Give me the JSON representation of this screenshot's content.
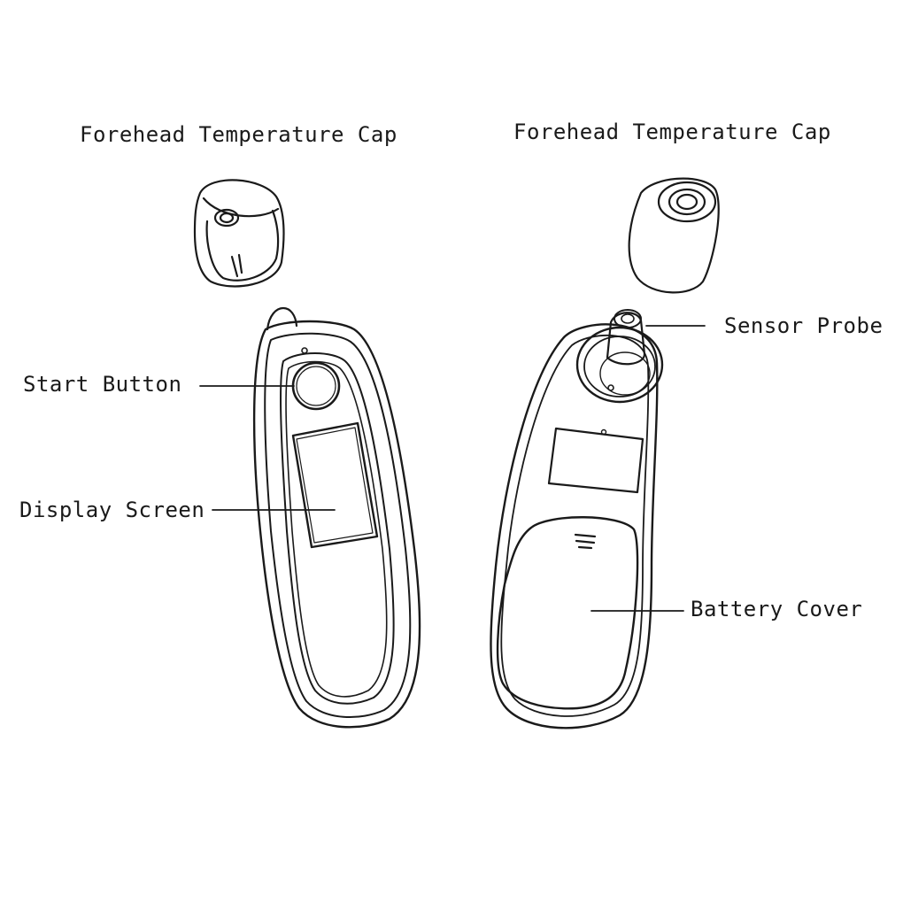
{
  "labels": {
    "cap_left": "Forehead Temperature Cap",
    "cap_right": "Forehead Temperature Cap",
    "start_button": "Start Button",
    "display_screen": "Display Screen",
    "sensor_probe": "Sensor Probe",
    "battery_cover": "Battery Cover"
  },
  "colors": {
    "line": "#1a1a1a",
    "background": "#ffffff"
  }
}
